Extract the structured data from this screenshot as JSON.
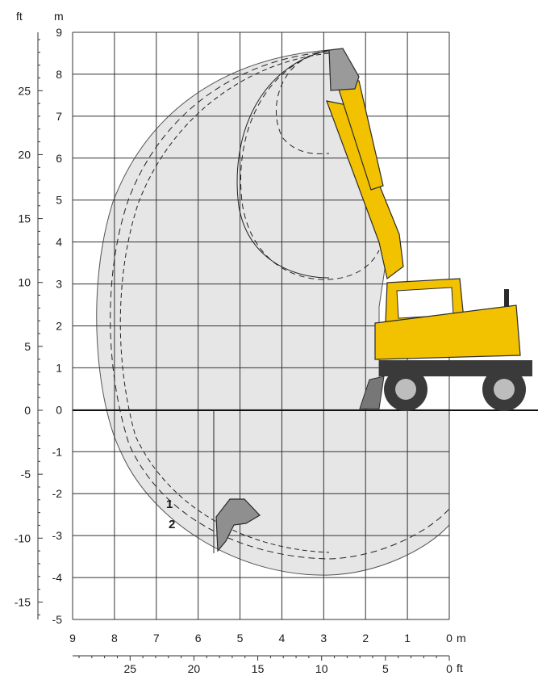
{
  "units": {
    "metric": "m",
    "imperial": "ft"
  },
  "axes": {
    "m_ticks_y": [
      "9",
      "8",
      "7",
      "6",
      "5",
      "4",
      "3",
      "2",
      "1",
      "0",
      "-1",
      "-2",
      "-3",
      "-4",
      "-5"
    ],
    "m_ticks_x": [
      "9",
      "8",
      "7",
      "6",
      "5",
      "4",
      "3",
      "2",
      "1",
      "0"
    ],
    "ft_ticks_y": [
      "25",
      "20",
      "15",
      "10",
      "5",
      "0",
      "-5",
      "-10",
      "-15"
    ],
    "ft_ticks_x": [
      "25",
      "20",
      "15",
      "10",
      "5",
      "0"
    ]
  },
  "curve_labels": {
    "curve1": "1",
    "curve2": "2"
  },
  "colors": {
    "grid": "#333333",
    "envelope_fill": "#e6e6e6",
    "machine_yellow": "#f2c200",
    "machine_dark": "#2b2b2b",
    "tyre": "#3a3a3a",
    "rim": "#bdbdbd"
  },
  "icons": {
    "machine": "wheeled-excavator-icon",
    "bucket": "bucket-icon"
  }
}
